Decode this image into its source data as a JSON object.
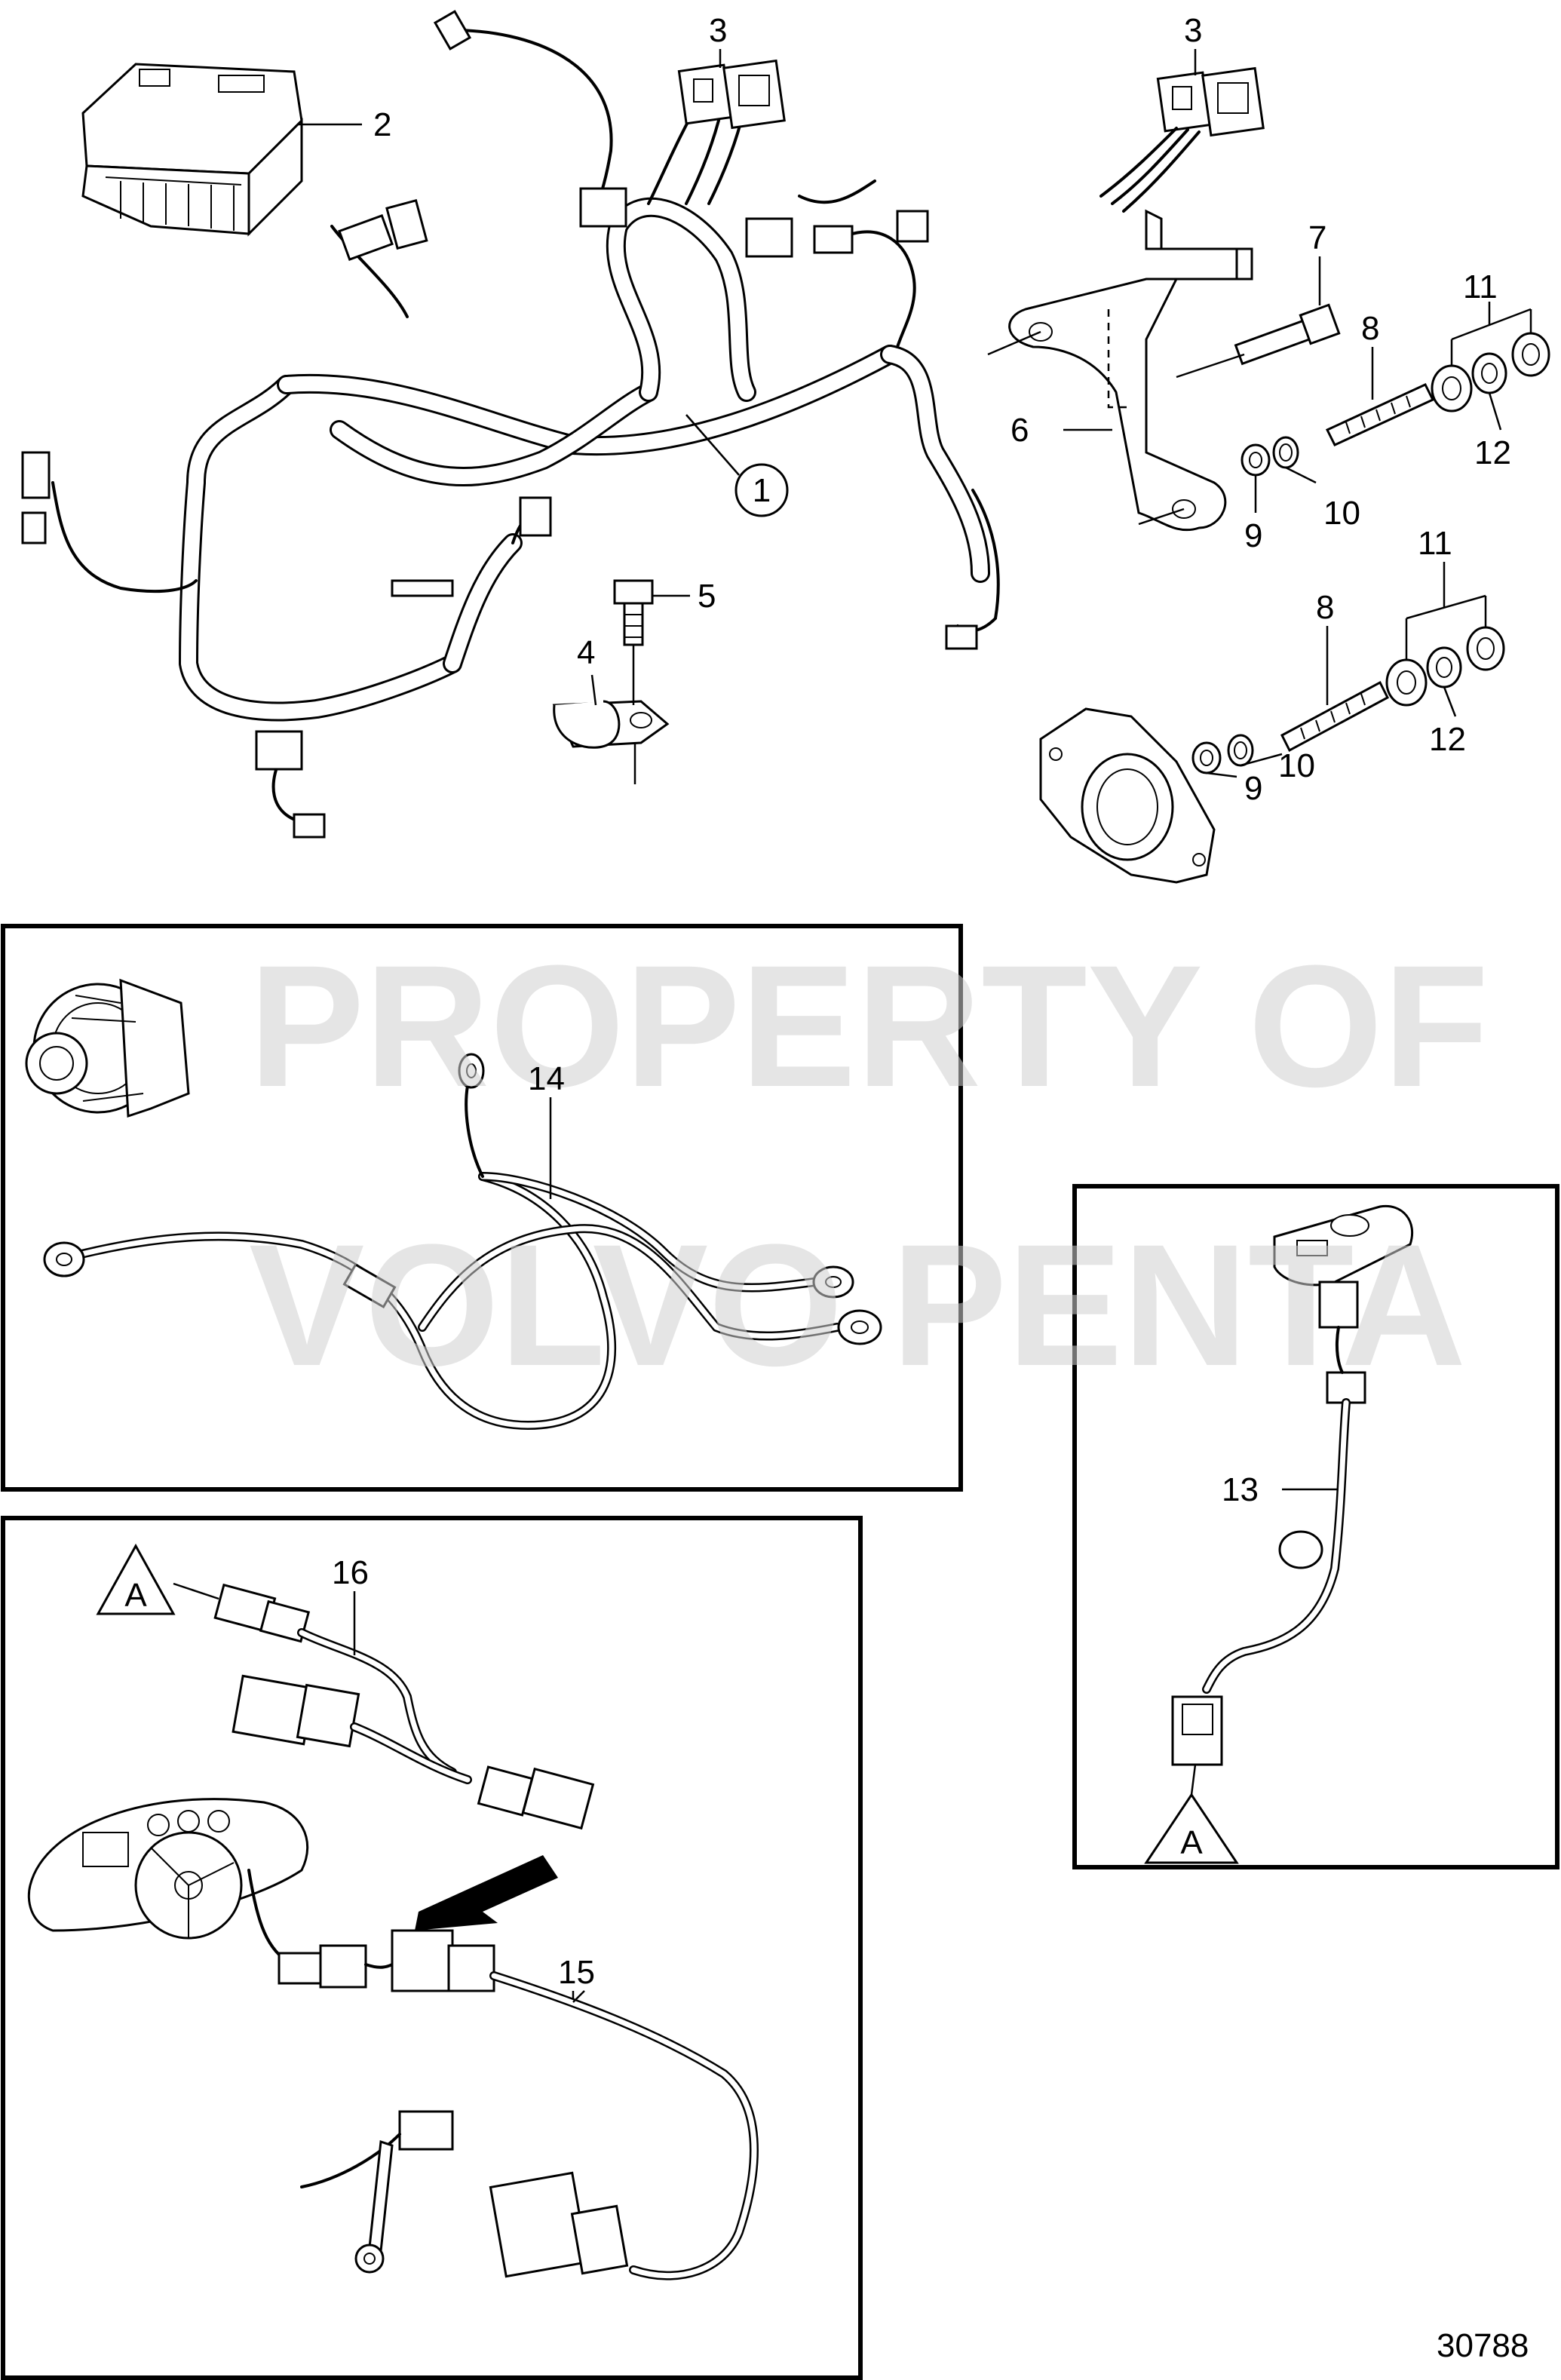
{
  "watermark": {
    "line1": "PROPERTY OF",
    "line2": "VOLVO PENTA"
  },
  "drawing_number": "30788",
  "callouts": {
    "c1": "1",
    "c2": "2",
    "c3a": "3",
    "c3b": "3",
    "c4": "4",
    "c5": "5",
    "c6": "6",
    "c7": "7",
    "c8a": "8",
    "c8b": "8",
    "c9a": "9",
    "c9b": "9",
    "c10a": "10",
    "c10b": "10",
    "c11a": "11",
    "c11b": "11",
    "c12a": "12",
    "c12b": "12",
    "c13": "13",
    "c14": "14",
    "c15": "15",
    "c16": "16"
  },
  "connection_markers": {
    "a_top": "A",
    "a_bottom": "A"
  }
}
